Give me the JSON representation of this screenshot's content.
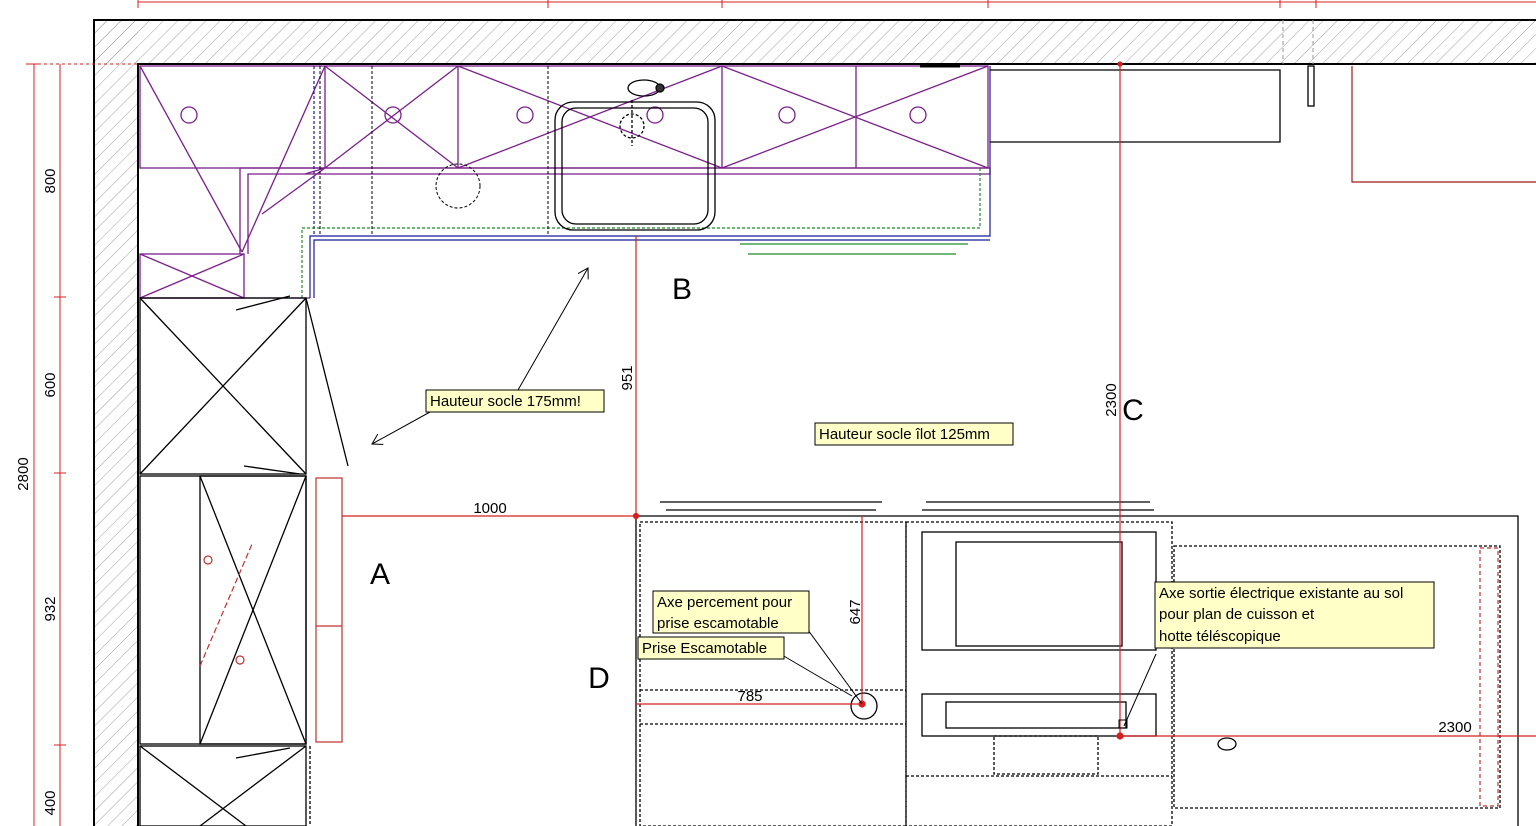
{
  "labels": {
    "zone_a": "A",
    "zone_b": "B",
    "zone_c": "C",
    "zone_d": "D"
  },
  "dimensions": {
    "total_height": "2800",
    "seg_800": "800",
    "seg_600": "600",
    "seg_932": "932",
    "seg_400": "400",
    "dist_951": "951",
    "dist_1000": "1000",
    "dist_2300_vertical": "2300",
    "dist_647": "647",
    "dist_785": "785",
    "dist_2300_horizontal": "2300"
  },
  "notes": {
    "socle_175": "Hauteur socle 175mm!",
    "socle_ilot": "Hauteur socle îlot 125mm",
    "axe_percement_line1": "Axe percement pour",
    "axe_percement_line2": "prise escamotable",
    "prise_escamotable": "Prise Escamotable",
    "axe_sortie_line1": "Axe sortie électrique existante au sol",
    "axe_sortie_line2": "pour plan de cuisson et",
    "axe_sortie_line3": "hotte téléscopique"
  },
  "colors": {
    "dimension": "#d42020",
    "cabinet_upper": "#7a1f8a",
    "counter_edge": "#1a1a9a",
    "plinth": "#1f8a2a",
    "note_fill": "#ffffc8",
    "wall_hatch": "#9a9a9a"
  }
}
